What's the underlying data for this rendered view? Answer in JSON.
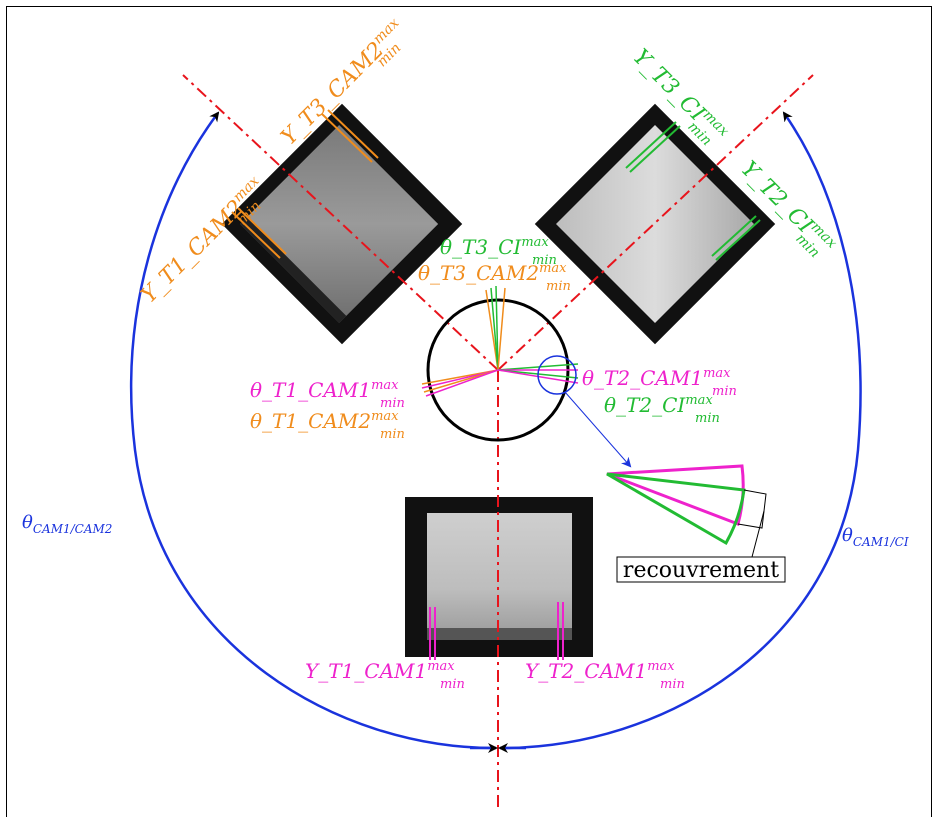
{
  "colors": {
    "cam1": "#ee22cc",
    "cam2": "#f08c1c",
    "ci": "#22bb33",
    "arc": "#1a33dd",
    "axis": "#e8141c",
    "frame": "#000000"
  },
  "labels": {
    "y_t3_cam2": {
      "base": "Y_T3_CAM2",
      "sup": "max",
      "sub": "min"
    },
    "y_t1_cam2": {
      "base": "Y_T1_CAM2",
      "sup": "max",
      "sub": "min"
    },
    "y_t3_ci": {
      "base": "Y_T3_CI",
      "sup": "max",
      "sub": "min"
    },
    "y_t2_ci": {
      "base": "Y_T2_CI",
      "sup": "max",
      "sub": "min"
    },
    "theta_t3_ci": {
      "base": "θ_T3_CI",
      "sup": "max",
      "sub": "min"
    },
    "theta_t3_cam2": {
      "base": "θ_T3_CAM2",
      "sup": "max",
      "sub": "min"
    },
    "theta_t1_cam1": {
      "base": "θ_T1_CAM1",
      "sup": "max",
      "sub": "min"
    },
    "theta_t1_cam2": {
      "base": "θ_T1_CAM2",
      "sup": "max",
      "sub": "min"
    },
    "theta_t2_cam1": {
      "base": "θ_T2_CAM1",
      "sup": "max",
      "sub": "min"
    },
    "theta_t2_ci": {
      "base": "θ_T2_CI",
      "sup": "max",
      "sub": "min"
    },
    "y_t1_cam1": {
      "base": "Y_T1_CAM1",
      "sup": "max",
      "sub": "min"
    },
    "y_t2_cam1": {
      "base": "Y_T2_CAM1",
      "sup": "max",
      "sub": "min"
    },
    "theta_cam1_cam2": {
      "base": "θ",
      "sub": "CAM1/CAM2"
    },
    "theta_cam1_ci": {
      "base": "θ",
      "sub": "CAM1/CI"
    }
  },
  "overlap_label": "recouvrement"
}
